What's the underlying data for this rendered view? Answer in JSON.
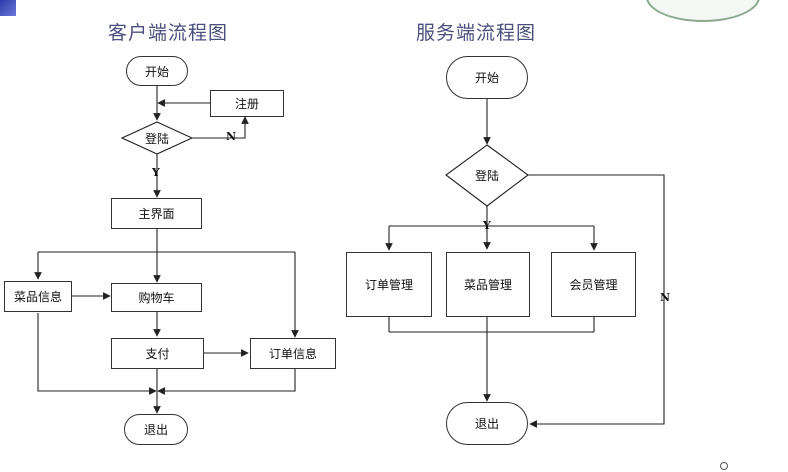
{
  "client": {
    "title": "客户端流程图",
    "start": "开始",
    "register": "注册",
    "login": "登陆",
    "main": "主界面",
    "dish_info": "菜品信息",
    "cart": "购物车",
    "pay": "支付",
    "order_info": "订单信息",
    "exit": "退出",
    "label_yes": "Y",
    "label_no": "N"
  },
  "server": {
    "title": "服务端流程图",
    "start": "开始",
    "login": "登陆",
    "order_mgmt": "订单管理",
    "dish_mgmt": "菜品管理",
    "member_mgmt": "会员管理",
    "exit": "退出",
    "label_yes": "Y",
    "label_no": "N"
  },
  "colors": {
    "title": "#4a4f7c",
    "line": "#222222",
    "corner_accent": "#2b3aa8"
  }
}
